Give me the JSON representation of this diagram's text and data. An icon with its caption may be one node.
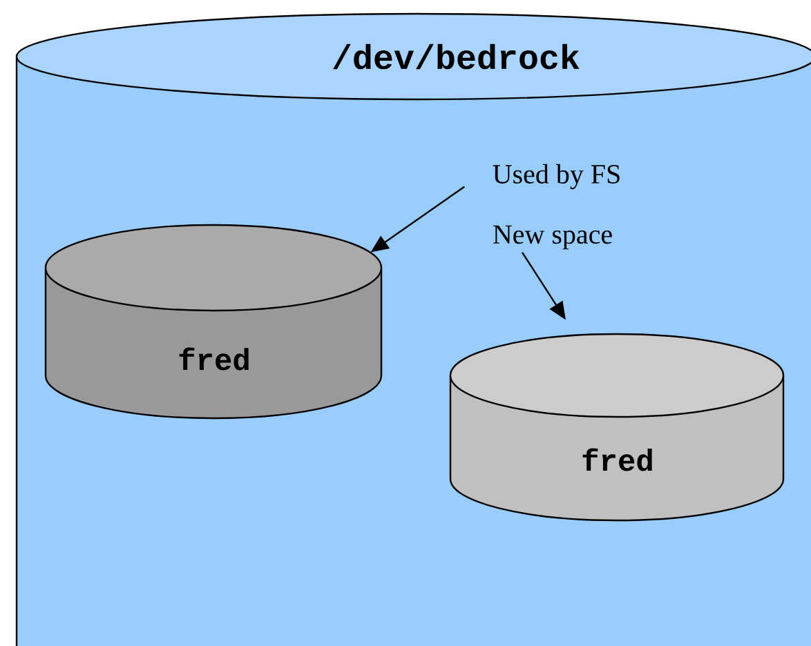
{
  "diagram": {
    "nodes": [
      {
        "text": [
          "/dev/bedrock"
        ]
      },
      {
        "text": [
          "Used by FS"
        ],
        "in": 0
      },
      {
        "text": [
          "fred"
        ],
        "in": 0
      },
      {
        "text": [
          "New space"
        ],
        "in": 0
      },
      {
        "text": [
          "fred"
        ],
        "in": 0
      }
    ],
    "edges": [
      {
        "from": 1,
        "to": 2,
        "arrow": "to"
      },
      {
        "from": 3,
        "to": 4,
        "arrow": "to"
      }
    ]
  }
}
